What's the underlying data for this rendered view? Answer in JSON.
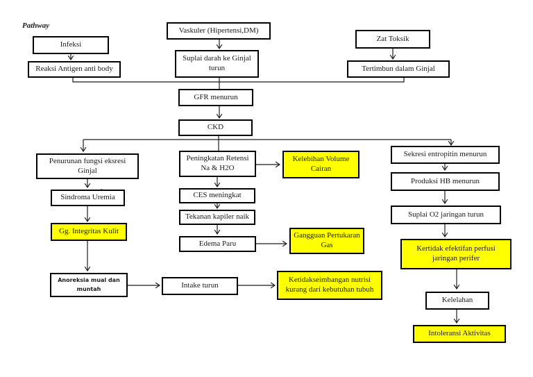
{
  "page": {
    "label": "Pathway"
  },
  "colors": {
    "highlight": "#ffff00",
    "line": "#1a1a1a",
    "box_border": "#000000"
  },
  "nodes": {
    "infeksi": "Infeksi",
    "vaskuler": "Vaskuler (Hipertensi,DM)",
    "zat_toksik": "Zat Toksik",
    "reaksi_antigen": "Reaksi Antigen anti body",
    "suplai_darah": "Suplai darah ke Ginjal turun",
    "tertimbun": "Tertimbun dalam Ginjal",
    "gfr": "GFR menurun",
    "ckd": "CKD",
    "penurunan_fungsi": "Penurunan fungsi eksresi Ginjal",
    "sindroma_uremia": "Sindroma Uremia",
    "gg_integritas_kulit": "Gg. Integritas Kulit",
    "anoreksia": "Anoreksia mual dan muntah",
    "peningkatan_retensi": "Peningkatan Retensi Na & H2O",
    "kelebihan_volume": "Kelebihan Volume Cairan",
    "ces_meningkat": "CES meningkat",
    "tekanan_kapiler": "Tekanan kapiler naik",
    "edema_paru": "Edema Paru",
    "gangguan_pertukaran_gas": "Gangguan Pertukaran Gas",
    "intake_turun": "Intake turun",
    "ketidakseimbangan_nutrisi": "Ketidakseimbangan nutrisi kurang dari kebutuhan tubuh",
    "sekresi_entropitin": "Sekresi entropitin menurun",
    "produksi_hb": "Produksi HB menurun",
    "suplai_o2": "Suplai O2 jaringan turun",
    "kertidak_efektifan": "Kertidak efektifan perfusi jaringan perifer",
    "kelelahan": "Kelelahan",
    "intoleransi_aktivitas": "Intoleransi Aktivitas"
  }
}
